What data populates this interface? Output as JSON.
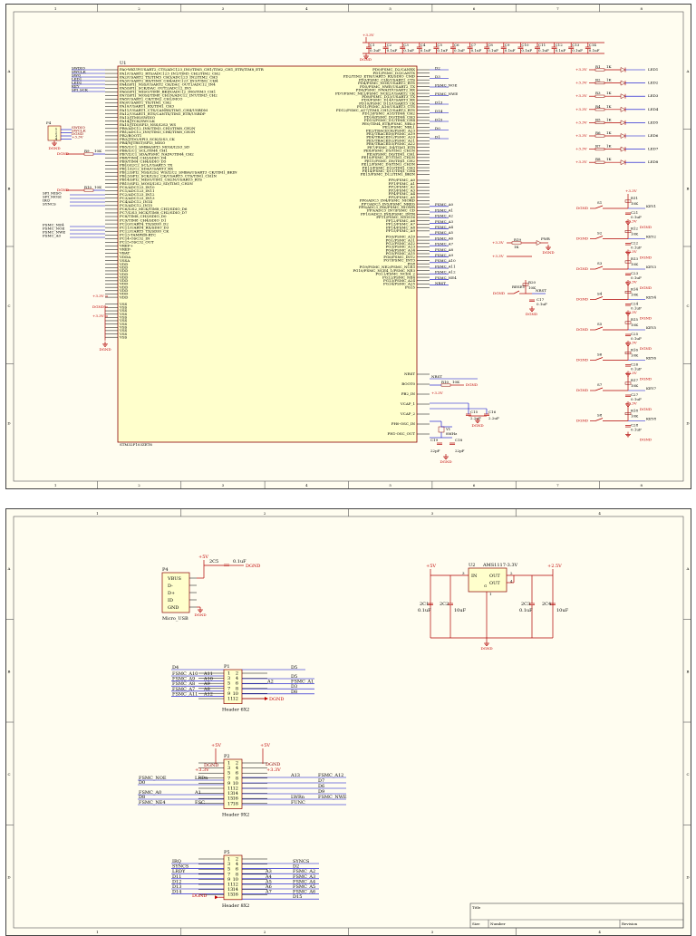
{
  "sheet1": {
    "zone_cols": [
      "1",
      "2",
      "3",
      "4",
      "5",
      "6",
      "7",
      "8"
    ],
    "zone_rows": [
      "A",
      "B",
      "C",
      "D"
    ],
    "mcu": {
      "ref": "U1",
      "part": "STM32F103ZET6",
      "left_pins": [
        "PA0-WKUP/USART2_CTS/ADC123_IN0/TIM5_CH1/TIM2_CH1_ETR/TIM8_ETR",
        "PA1/USART2_RTS/ADC123_IN1/TIM5_CH2/TIM2_CH2",
        "PA2/USART2_TX/TIM5_CH3/ADC123_IN2/TIM2_CH3",
        "PA3/USART2_RX/TIM5_CH4/ADC123_IN3/TIM2_CH4",
        "PA4/SPI1_NSS/USART2_CK/DAC_OUT1/ADC12_IN4",
        "PA5/SPI1_SCK/DAC_OUT2/ADC12_IN5",
        "PA6/SPI1_MISO/TIM8_BKIN/ADC12_IN6/TIM3_CH1",
        "PA7/SPI1_MOSI/TIM8_CH1N/ADC12_IN7/TIM3_CH2",
        "PA8/USART1_CK/TIM1_CH1/MCO",
        "PA9/USART1_TX/TIM1_CH2",
        "PA10/USART1_RX/TIM1_CH3",
        "PA11/USART1_CTS/CANRX/TIM1_CH4/USBDM",
        "PA12/USART1_RTS/CANTX/TIM1_ETR/USBDP",
        "PA13/JTMS/SWDIO",
        "PA14/JTCK/SWCLK",
        "PA15/JTDI/SPI3_NSS/I2S3_WS",
        "PB0/ADC12_IN8/TIM3_CH3/TIM8_CH2N",
        "PB1/ADC12_IN9/TIM3_CH4/TIM8_CH3N",
        "PB2/BOOT1",
        "PB3/JTDO/SPI3_SCK/I2S3_CK",
        "PB4/NJTRST/SPI3_MISO",
        "PB5/I2C1_SMBA/SPI3_MOSI/I2S3_SD",
        "PB6/I2C1_SCL/TIM4_CH1",
        "PB7/I2C1_SDA/FSMC_NADV/TIM4_CH2",
        "PB8/TIM4_CH3/SDIO_D4",
        "PB9/TIM4_CH4/SDIO_D5",
        "PB10/I2C2_SCL/USART3_TX",
        "PB11/I2C2_SDA/USART3_RX",
        "PB12/SPI2_NSS/I2S2_WS/I2C2_SMBA/USART3_CK/TIM1_BKIN",
        "PB13/SPI2_SCK/I2S2_CK/USART3_CTS/TIM1_CH1N",
        "PB14/SPI2_MISO/TIM1_CH2N/USART3_RTS",
        "PB15/SPI2_MOSI/I2S2_SD/TIM1_CH3N",
        "PC0/ADC123_IN10",
        "PC1/ADC123_IN11",
        "PC2/ADC123_IN12",
        "PC3/ADC123_IN13",
        "PC4/ADC12_IN14",
        "PC5/ADC12_IN15",
        "PC6/I2S2_MCK/TIM8_CH1/SDIO_D6",
        "PC7/I2S3_MCK/TIM8_CH2/SDIO_D7",
        "PC8/TIM8_CH3/SDIO_D0",
        "PC9/TIM8_CH4/SDIO_D1",
        "PC10/UART4_TX/SDIO_D2",
        "PC11/UART4_RX/SDIO_D3",
        "PC12/UART5_TX/SDIO_CK",
        "PC13-TAMPER-RTC",
        "PC14-OSC32_IN",
        "PC15-OSC32_OUT",
        "VREF+",
        "VREF-",
        "VBAT",
        "VDDA",
        "VSSA"
      ],
      "vdd_pins": [
        "VDD",
        "VDD",
        "VDD",
        "VDD",
        "VDD",
        "VDD",
        "VDD",
        "VDD",
        "VDD",
        "VDD",
        "VDD"
      ],
      "vss_pins": [
        "VSS",
        "VSS",
        "VSS",
        "VSS",
        "VSS",
        "VSS",
        "VSS",
        "VSS",
        "VSS",
        "VSS",
        "VSS"
      ],
      "right_pins": [
        "PD0/FSMC_D2/CANRX",
        "PD1/FSMC_D3/CANTX",
        "PD2/TIM3_ETR/UART5_RX/SDIO_CMD",
        "PD3/FSMC_CLK/USART2_CTS",
        "PD4/FSMC_NOE/USART2_RTS",
        "PD5/FSMC_NWE/USART2_TX",
        "PD6/FSMC_NWAIT/USART2_RX",
        "PD7/FSMC_NE1/FSMC_NCE2/USART2_CK",
        "PD8/FSMC_D13/USART3_TX",
        "PD9/FSMC_D14/USART3_RX",
        "PD10/FSMC_D15/USART3_CK",
        "PD11/FSMC_A16/USART3_CTS",
        "PD12/FSMC_A17/TIM4_CH1/USART3_RTS",
        "PD13/FSMC_A18/TIM4_CH2",
        "PD14/FSMC_D0/TIM4_CH3",
        "PD15/FSMC_D1/TIM4_CH4",
        "PE0/TIM4_ETR/FSMC_NBL0",
        "PE1/FSMC_NBL1",
        "PE2/TRACECK/FSMC_A23",
        "PE3/TRACED0/FSMC_A19",
        "PE4/TRACED1/FSMC_A20",
        "PE5/TRACED2/FSMC_A21",
        "PE6/TRACED3/FSMC_A22",
        "PE7/FSMC_D4/TIM1_ETR",
        "PE8/FSMC_D5/TIM1_CH1N",
        "PE9/FSMC_D6/TIM1_CH1",
        "PE10/FSMC_D7/TIM1_CH2N",
        "PE11/FSMC_D8/TIM1_CH2",
        "PE12/FSMC_D9/TIM1_CH3N",
        "PE13/FSMC_D10/TIM1_CH3",
        "PE14/FSMC_D11/TIM1_CH4",
        "PE15/FSMC_D12/TIM1_BKIN",
        "PF0/FSMC_A0",
        "PF1/FSMC_A1",
        "PF2/FSMC_A2",
        "PF3/FSMC_A3",
        "PF4/FSMC_A4",
        "PF5/FSMC_A5",
        "PF6/ADC3_IN4/FSMC_NIORD",
        "PF7/ADC3_IN5/FSMC_NREG",
        "PF8/ADC3_IN6/FSMC_NIOWR",
        "PF9/ADC3_IN7/FSMC_CD",
        "PF10/ADC3_IN8/FSMC_INTR",
        "PF11/FSMC_NIOS16",
        "PF12/FSMC_A6",
        "PF13/FSMC_A7",
        "PF14/FSMC_A8",
        "PF15/FSMC_A9",
        "PG0/FSMC_A10",
        "PG1/FSMC_A11",
        "PG2/FSMC_A12",
        "PG3/FSMC_A13",
        "PG4/FSMC_A14",
        "PG5/FSMC_A15",
        "PG6/FSMC_INT2",
        "PG7/FSMC_INT3",
        "PG8",
        "PG9/FSMC_NE2/FSMC_NCE3",
        "PG10/FSMC_NCE4_1/FSMC_NE3",
        "PG11/FSMC_NCE4_2",
        "PG12/FSMC_NE4",
        "PG13/FSMC_A24",
        "PG14/FSMC_A25",
        "PG15"
      ],
      "aux_pins": [
        "NRST",
        "BOOT0",
        "PB2_IN",
        "VCAP_1",
        "VCAP_2",
        "PH0-OSC_IN",
        "PH1-OSC_OUT"
      ]
    },
    "left_nets": [
      "SWDIO",
      "SWCLK",
      "SWO",
      "LED1",
      "LED2",
      "KEY",
      "SPI_SCK",
      "SPI_MISO",
      "SPI_MOSI",
      "IRQ",
      "SYNCS",
      "FSMC_NE4",
      "FSMC_NOE",
      "FSMC_NWE",
      "FSMC_A0"
    ],
    "right_nets": [
      "D2",
      "D3",
      "FSMC_NOE",
      "FSMC_NWE",
      "D13",
      "D14",
      "D15",
      "D0",
      "D1",
      "FSMC_A0",
      "FSMC_A1",
      "FSMC_A2",
      "FSMC_A3",
      "FSMC_A4",
      "FSMC_A5",
      "FSMC_A6",
      "FSMC_A7",
      "FSMC_A8",
      "FSMC_A9",
      "FSMC_A10",
      "FSMC_A11",
      "FSMC_A12",
      "FSMC_NE4",
      "NRST"
    ],
    "swd_header": {
      "ref": "P4",
      "pins": [
        "1",
        "2",
        "3",
        "4"
      ],
      "nets": [
        "SWDIO",
        "SWCLK",
        "DGND",
        "+3.3V"
      ]
    },
    "boot_resistors": [
      {
        "ref": "R9",
        "value": "10K"
      },
      {
        "ref": "R10",
        "value": "10K"
      }
    ],
    "decoupling": {
      "rail": "+3.3V",
      "gnd": "DGND",
      "caps": [
        "C1",
        "C2",
        "C3",
        "C4",
        "C5",
        "C6",
        "C7",
        "C8",
        "C9",
        "C10",
        "C11",
        "C12",
        "C13",
        "C14"
      ],
      "value": "0.1uF"
    },
    "led_rows": [
      {
        "rail": "+3.3V",
        "res": "R1",
        "value": "1K",
        "led": "LED1"
      },
      {
        "rail": "+3.3V",
        "res": "R2",
        "value": "1K",
        "led": "LED2"
      },
      {
        "rail": "+3.3V",
        "res": "R3",
        "value": "1K",
        "led": "LED3"
      },
      {
        "rail": "+3.3V",
        "res": "R4",
        "value": "1K",
        "led": "LED4"
      },
      {
        "rail": "+3.3V",
        "res": "R5",
        "value": "1K",
        "led": "LED5"
      },
      {
        "rail": "+3.3V",
        "res": "R6",
        "value": "1K",
        "led": "LED6"
      },
      {
        "rail": "+3.3V",
        "res": "R7",
        "value": "1K",
        "led": "LED7"
      },
      {
        "rail": "+3.3V",
        "res": "R8",
        "value": "1K",
        "led": "LED8"
      }
    ],
    "key_rows": [
      {
        "key": "KEY1",
        "res": "R11",
        "value": "10K",
        "cap": "C21",
        "cval": "0.1uF",
        "net": "KEY1"
      },
      {
        "key": "KEY2",
        "res": "R12",
        "value": "10K",
        "cap": "C22",
        "cval": "0.1uF",
        "net": "KEY2"
      },
      {
        "key": "KEY3",
        "res": "R13",
        "value": "10K",
        "cap": "C23",
        "cval": "0.1uF",
        "net": "KEY3"
      },
      {
        "key": "KEY4",
        "res": "R14",
        "value": "10K",
        "cap": "C24",
        "cval": "0.1uF",
        "net": "KEY4"
      },
      {
        "key": "KEY5",
        "res": "R15",
        "value": "10K",
        "cap": "C25",
        "cval": "0.1uF",
        "net": "KEY5"
      },
      {
        "key": "KEY6",
        "res": "R16",
        "value": "10K",
        "cap": "C26",
        "cval": "0.1uF",
        "net": "KEY6"
      },
      {
        "key": "KEY7",
        "res": "R17",
        "value": "10K",
        "cap": "C27",
        "cval": "0.1uF",
        "net": "KEY7"
      },
      {
        "key": "KEY8",
        "res": "R18",
        "value": "10K",
        "cap": "C28",
        "cval": "0.1uF",
        "net": "KEY8"
      }
    ],
    "power_led": {
      "rail": "+3.3V",
      "res": "R19",
      "value": "1K",
      "led": "PWR",
      "gnd": "DGND"
    },
    "reset": {
      "label": "RESET",
      "res": "R20",
      "value": "10K",
      "cap": "C17",
      "cval": "0.1uF",
      "net": "NRST",
      "gnd": "DGND"
    },
    "crystal": {
      "ref": "Y1",
      "value": "8MHz",
      "c1": "C18",
      "c2": "C19",
      "cval": "22pF",
      "gnd": "DGND"
    },
    "vcap": {
      "c1": "C15",
      "c2": "C16",
      "value": "2.2uF"
    },
    "rails": {
      "p33": "+3.3V",
      "gnd": "DGND",
      "p5": "+5V",
      "p25": "+2.5V"
    }
  },
  "sheet2": {
    "zone_cols": [
      "1",
      "2",
      "3",
      "4"
    ],
    "zone_rows": [
      "A",
      "B",
      "C",
      "D"
    ],
    "usb": {
      "ref": "P4",
      "part": "Micro_USB",
      "pins": [
        "VBUS",
        "D-",
        "D+",
        "ID",
        "GND"
      ],
      "cap": "2C5",
      "cval": "0.1uF",
      "rail": "+5V",
      "gnd": "DGND"
    },
    "regulator": {
      "ref": "U2",
      "part": "AMS1117-3.3V",
      "in": "IN",
      "out": "OUT",
      "out2": "OUT",
      "gnd": "G",
      "pin_in": "3",
      "pin_out": "2",
      "pin_gnd": "1",
      "pin_tab": "4",
      "in_rail": "+5V",
      "out_rail": "+2.5V",
      "gnd_net": "DGND",
      "caps": [
        {
          "ref": "2C1",
          "value": "0.1uF"
        },
        {
          "ref": "2C2",
          "value": "10uF"
        },
        {
          "ref": "2C3",
          "value": "0.1uF"
        },
        {
          "ref": "2C4",
          "value": "10uF"
        }
      ]
    },
    "p1": {
      "ref": "P1",
      "part": "Header 6X2",
      "left": [
        {
          "net": "FSMC_A10",
          "pin": "A11"
        },
        {
          "net": "FSMC_A9",
          "pin": "A10"
        },
        {
          "net": "FSMC_A8",
          "pin": "A9"
        },
        {
          "net": "FSMC_A7",
          "pin": "A8"
        },
        {
          "net": "FSMC_A11",
          "pin": "A12"
        }
      ],
      "right": [
        {
          "pin": "",
          "net": "D5"
        },
        {
          "pin": "A2",
          "net": "FSMC_A1"
        },
        {
          "pin": "",
          "net": "D3"
        },
        {
          "pin": "",
          "net": "D8"
        }
      ],
      "head_left": "D4",
      "head_right": "D5",
      "pin_nums": [
        "1",
        "2",
        "3",
        "4",
        "5",
        "6",
        "7",
        "8",
        "9",
        "10",
        "11",
        "12"
      ],
      "gnd": "DGND"
    },
    "p2": {
      "ref": "P2",
      "part": "Header 9X2",
      "rail5": "+5V",
      "rail33": "+3.3V",
      "gnd": "DGND",
      "left": [
        {
          "net": "DGND",
          "pin": ""
        },
        {
          "net": "+3.3V",
          "pin": ""
        },
        {
          "net": "",
          "pin": ""
        },
        {
          "net": "FSMC_NOE",
          "pin": "LRDn"
        },
        {
          "net": "D0",
          "pin": ""
        },
        {
          "net": "",
          "pin": ""
        },
        {
          "net": "FSMC_A0",
          "pin": "A1"
        },
        {
          "net": "D8",
          "pin": ""
        },
        {
          "net": "FSMC_NE4",
          "pin": "ESC"
        }
      ],
      "right": [
        {
          "pin": "",
          "net": "DGND"
        },
        {
          "pin": "",
          "net": "+3.3V"
        },
        {
          "pin": "A13",
          "net": "FSMC_A12"
        },
        {
          "pin": "",
          "net": "D7"
        },
        {
          "pin": "",
          "net": "D6"
        },
        {
          "pin": "",
          "net": "D9"
        },
        {
          "pin": "LWRn",
          "net": "FSMC_NWE"
        },
        {
          "pin": "FUNC",
          "net": ""
        }
      ],
      "pin_nums": [
        "1",
        "2",
        "3",
        "4",
        "5",
        "6",
        "7",
        "8",
        "9",
        "10",
        "11",
        "12",
        "13",
        "14",
        "15",
        "16",
        "17",
        "18"
      ]
    },
    "p5": {
      "ref": "P5",
      "part": "Header 8X2",
      "left": [
        {
          "net": "IRQ",
          "pin": ""
        },
        {
          "net": "SYNCS",
          "pin": ""
        },
        {
          "net": "LRDY",
          "pin": ""
        },
        {
          "net": "D11",
          "pin": ""
        },
        {
          "net": "D12",
          "pin": ""
        },
        {
          "net": "D13",
          "pin": ""
        },
        {
          "net": "D14",
          "pin": ""
        },
        {
          "net": "DGND",
          "pin": ""
        }
      ],
      "right": [
        {
          "pin": "",
          "net": "SYNCS"
        },
        {
          "pin": "",
          "net": "D2"
        },
        {
          "pin": "A3",
          "net": "FSMC_A2"
        },
        {
          "pin": "A4",
          "net": "FSMC_A3"
        },
        {
          "pin": "A5",
          "net": "FSMC_A4"
        },
        {
          "pin": "A6",
          "net": "FSMC_A5"
        },
        {
          "pin": "A7",
          "net": "FSMC_A6"
        },
        {
          "pin": "",
          "net": "D15"
        }
      ],
      "pin_nums": [
        "1",
        "2",
        "3",
        "4",
        "5",
        "6",
        "7",
        "8",
        "9",
        "10",
        "11",
        "12",
        "13",
        "14",
        "15",
        "16"
      ]
    },
    "title_block": {
      "title": "Title",
      "size": "Size",
      "number": "Number",
      "revision": "Revision"
    }
  }
}
